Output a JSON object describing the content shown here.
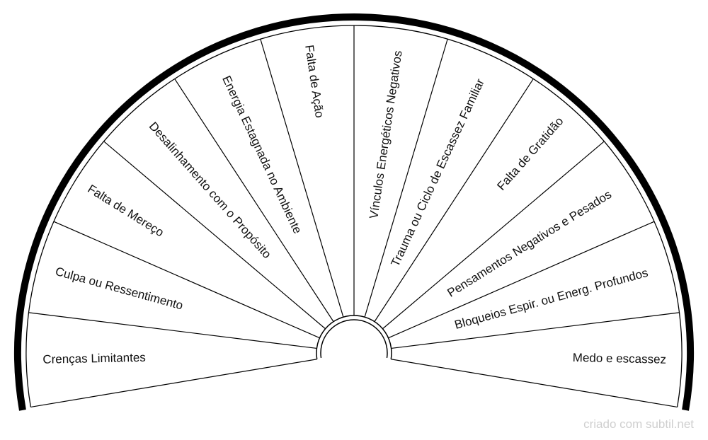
{
  "chart": {
    "sectors": [
      "Crenças Limitantes",
      "Culpa ou Ressentimento",
      "Falta de Mereço",
      "Desalinhamento com o Propósito",
      "Energia Estagnada no Ambiente",
      "Falta de Ação",
      "Vínculos Energéticos Negativos",
      "Trauma ou Ciclo de Escassez Familiar",
      "Falta de Gratidão",
      "Pensamentos Negativos e Pesados",
      "Bloqueios Espir. ou Energ. Profundos",
      "Medo e escassez"
    ]
  },
  "footer": {
    "credit": "criado com subtil.net"
  }
}
